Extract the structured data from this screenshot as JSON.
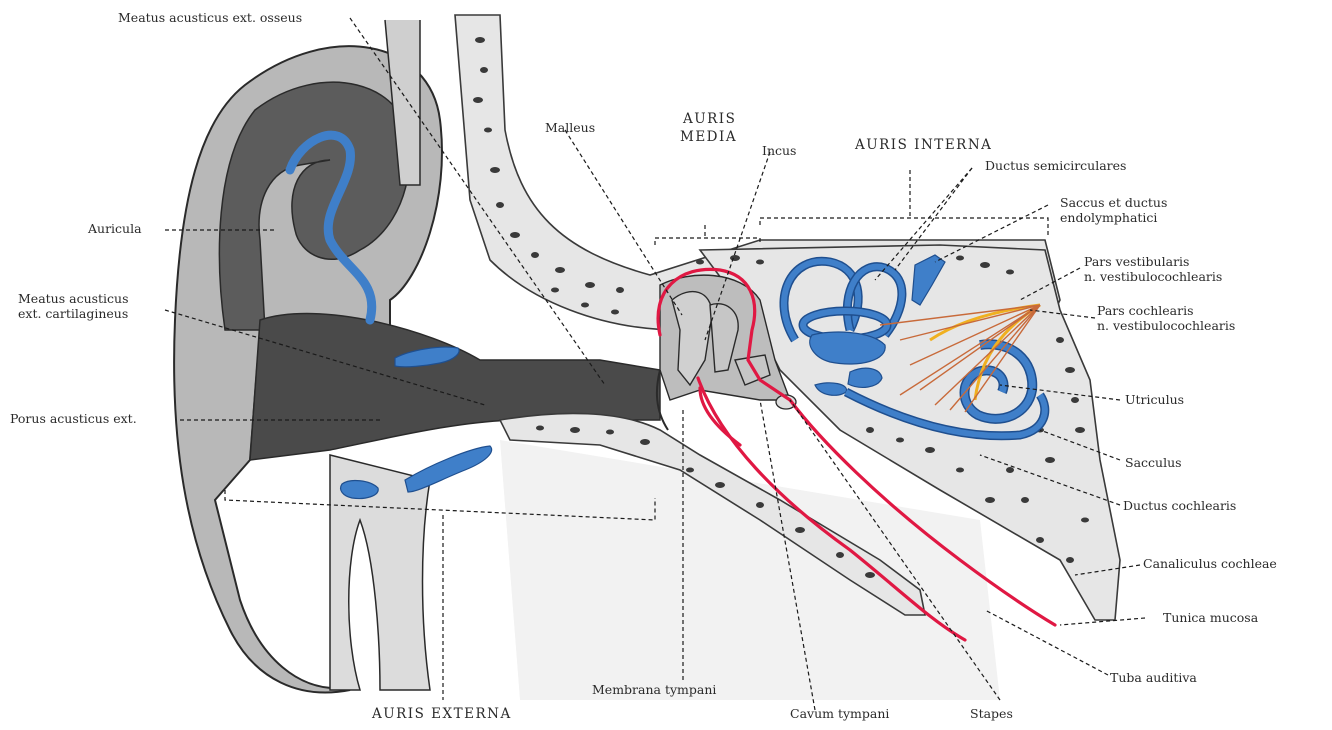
{
  "labels": {
    "meatus_osseus": "Meatus acusticus ext. osseus",
    "malleus": "Malleus",
    "auris_media_1": "AURIS",
    "auris_media_2": "MEDIA",
    "incus": "Incus",
    "auris_interna": "AURIS INTERNA",
    "ductus_semicirculares": "Ductus semicirculares",
    "saccus_1": "Saccus et ductus",
    "saccus_2": "endolymphatici",
    "pars_vestibularis_1": "Pars vestibularis",
    "pars_vestibularis_2": "n. vestibulocochlearis",
    "pars_cochlearis_1": "Pars cochlearis",
    "pars_cochlearis_2": "n. vestibulocochlearis",
    "utriculus": "Utriculus",
    "sacculus": "Sacculus",
    "ductus_cochlearis": "Ductus cochlearis",
    "canaliculus": "Canaliculus cochleae",
    "tunica": "Tunica mucosa",
    "tuba": "Tuba auditiva",
    "stapes": "Stapes",
    "cavum": "Cavum tympani",
    "membrana": "Membrana tympani",
    "auris_externa": "AURIS EXTERNA",
    "auricula": "Auricula",
    "meatus_cart_1": "Meatus acusticus",
    "meatus_cart_2": "ext. cartilagineus",
    "porus": "Porus acusticus ext."
  },
  "colors": {
    "endolymph_blue": "#3f7fc9",
    "vessel_red": "#e01843",
    "nerve_orange": "#c86a3a",
    "nerve_yellow": "#f0b020",
    "bone_grey": "#e6e6e6",
    "canal_dark": "#4a4a4a"
  }
}
